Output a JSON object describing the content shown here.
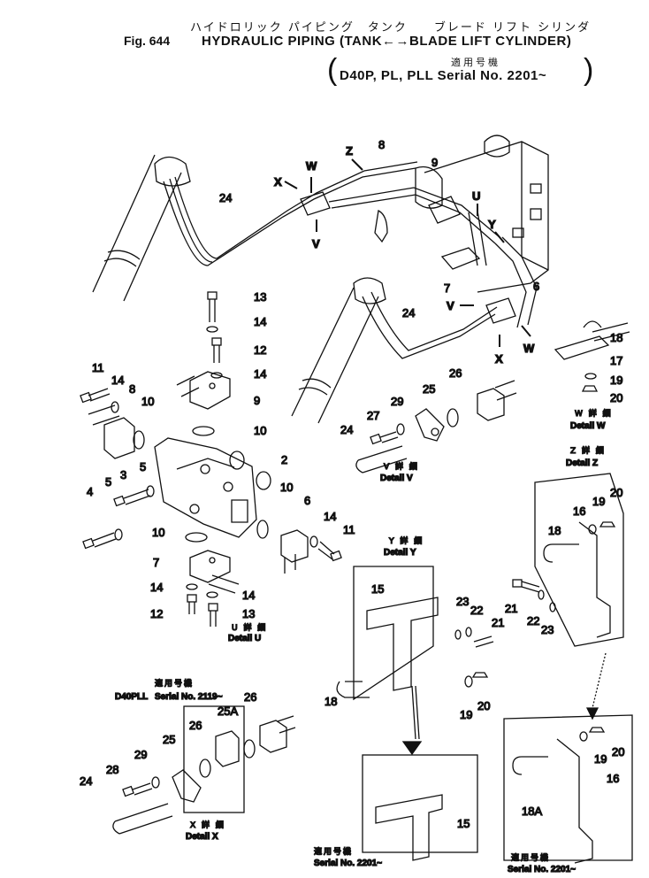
{
  "header": {
    "jp_title": "ハイドロリック パイピング　タンク　　ブレード リフト シリンダ",
    "fig_no": "Fig. 644",
    "title": "HYDRAULIC PIPING (TANK←→BLADE LIFT CYLINDER)",
    "serial_jp": "適用号機",
    "serial": "D40P, PL, PLL Serial No. 2201~",
    "paren_left": "(",
    "paren_right": ")"
  },
  "callouts": {
    "n24a": "24",
    "n8a": "8",
    "n9a": "9",
    "n6": "6",
    "n7": "7",
    "n24b": "24",
    "n13a": "13",
    "n14a": "14",
    "n12a": "12",
    "n14b": "14",
    "n9b": "9",
    "n10a": "10",
    "n11a": "11",
    "n14c": "14",
    "n8b": "8",
    "n10b": "10",
    "n2": "2",
    "n5a": "5",
    "n3": "3",
    "n5b": "5",
    "n4": "4",
    "n10c": "10",
    "n10d": "10",
    "n6b": "6",
    "n14d": "14",
    "n11b": "11",
    "n7b": "7",
    "n14e": "14",
    "n14f": "14",
    "n12b": "12",
    "n13b": "13",
    "n27": "27",
    "n29a": "29",
    "n25a": "25",
    "n26a": "26",
    "n24c": "24",
    "n18a": "18",
    "n17": "17",
    "n19a": "19",
    "n20a": "20",
    "n20b": "20",
    "n19b": "19",
    "n16a": "16",
    "n18b": "18",
    "n21a": "21",
    "n22a": "22",
    "n23a": "23",
    "n15a": "15",
    "n23b": "23",
    "n22b": "22",
    "n21b": "21",
    "n18c": "18",
    "n19c": "19",
    "n20c": "20",
    "n15b": "15",
    "n26b": "26",
    "n25A": "25A",
    "n26c": "26",
    "n25b": "25",
    "n29b": "29",
    "n28": "28",
    "n24d": "24",
    "n19d": "19",
    "n20d": "20",
    "n16b": "16",
    "n18A": "18A"
  },
  "arrows": {
    "X1": "X",
    "W1": "W",
    "V1": "V",
    "Z": "Z",
    "U": "U",
    "Y": "Y",
    "V2": "V",
    "X2": "X",
    "W2": "W"
  },
  "details": {
    "u_jp": "U 詳 細",
    "u": "Detail U",
    "v_jp": "V 詳 細",
    "v": "Detail V",
    "w_jp": "W 詳 細",
    "w": "Detail W",
    "z_jp": "Z 詳 細",
    "z": "Detail Z",
    "y_jp": "Y 詳 細",
    "y": "Detail Y",
    "x_jp": "X 詳 細",
    "x": "Detail X"
  },
  "serial_notes": {
    "pll_jp": "適用号機",
    "pll_model": "D40PLL",
    "pll_serial": "Serial No. 2119~",
    "y_jp": "適用号機",
    "y_serial": "Serial No. 2201~",
    "z_jp": "適用号機",
    "z_serial": "Serial No. 2201~"
  }
}
